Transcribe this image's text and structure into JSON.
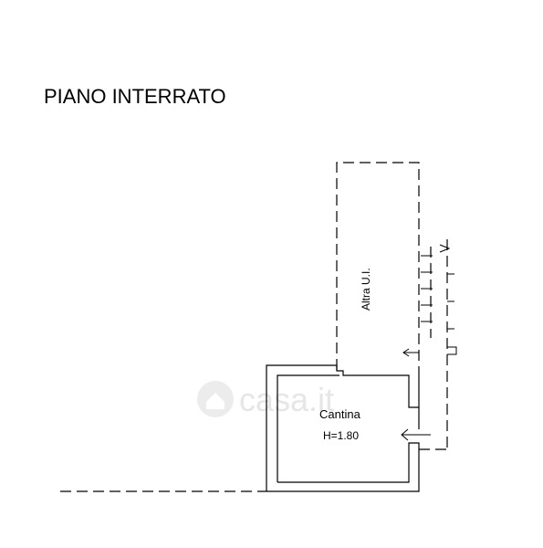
{
  "plan": {
    "title": "PIANO INTERRATO",
    "rooms": [
      {
        "name": "Cantina",
        "height_label": "H=1.80"
      },
      {
        "name": "Altra U.I."
      }
    ],
    "watermark": "casa.it"
  }
}
